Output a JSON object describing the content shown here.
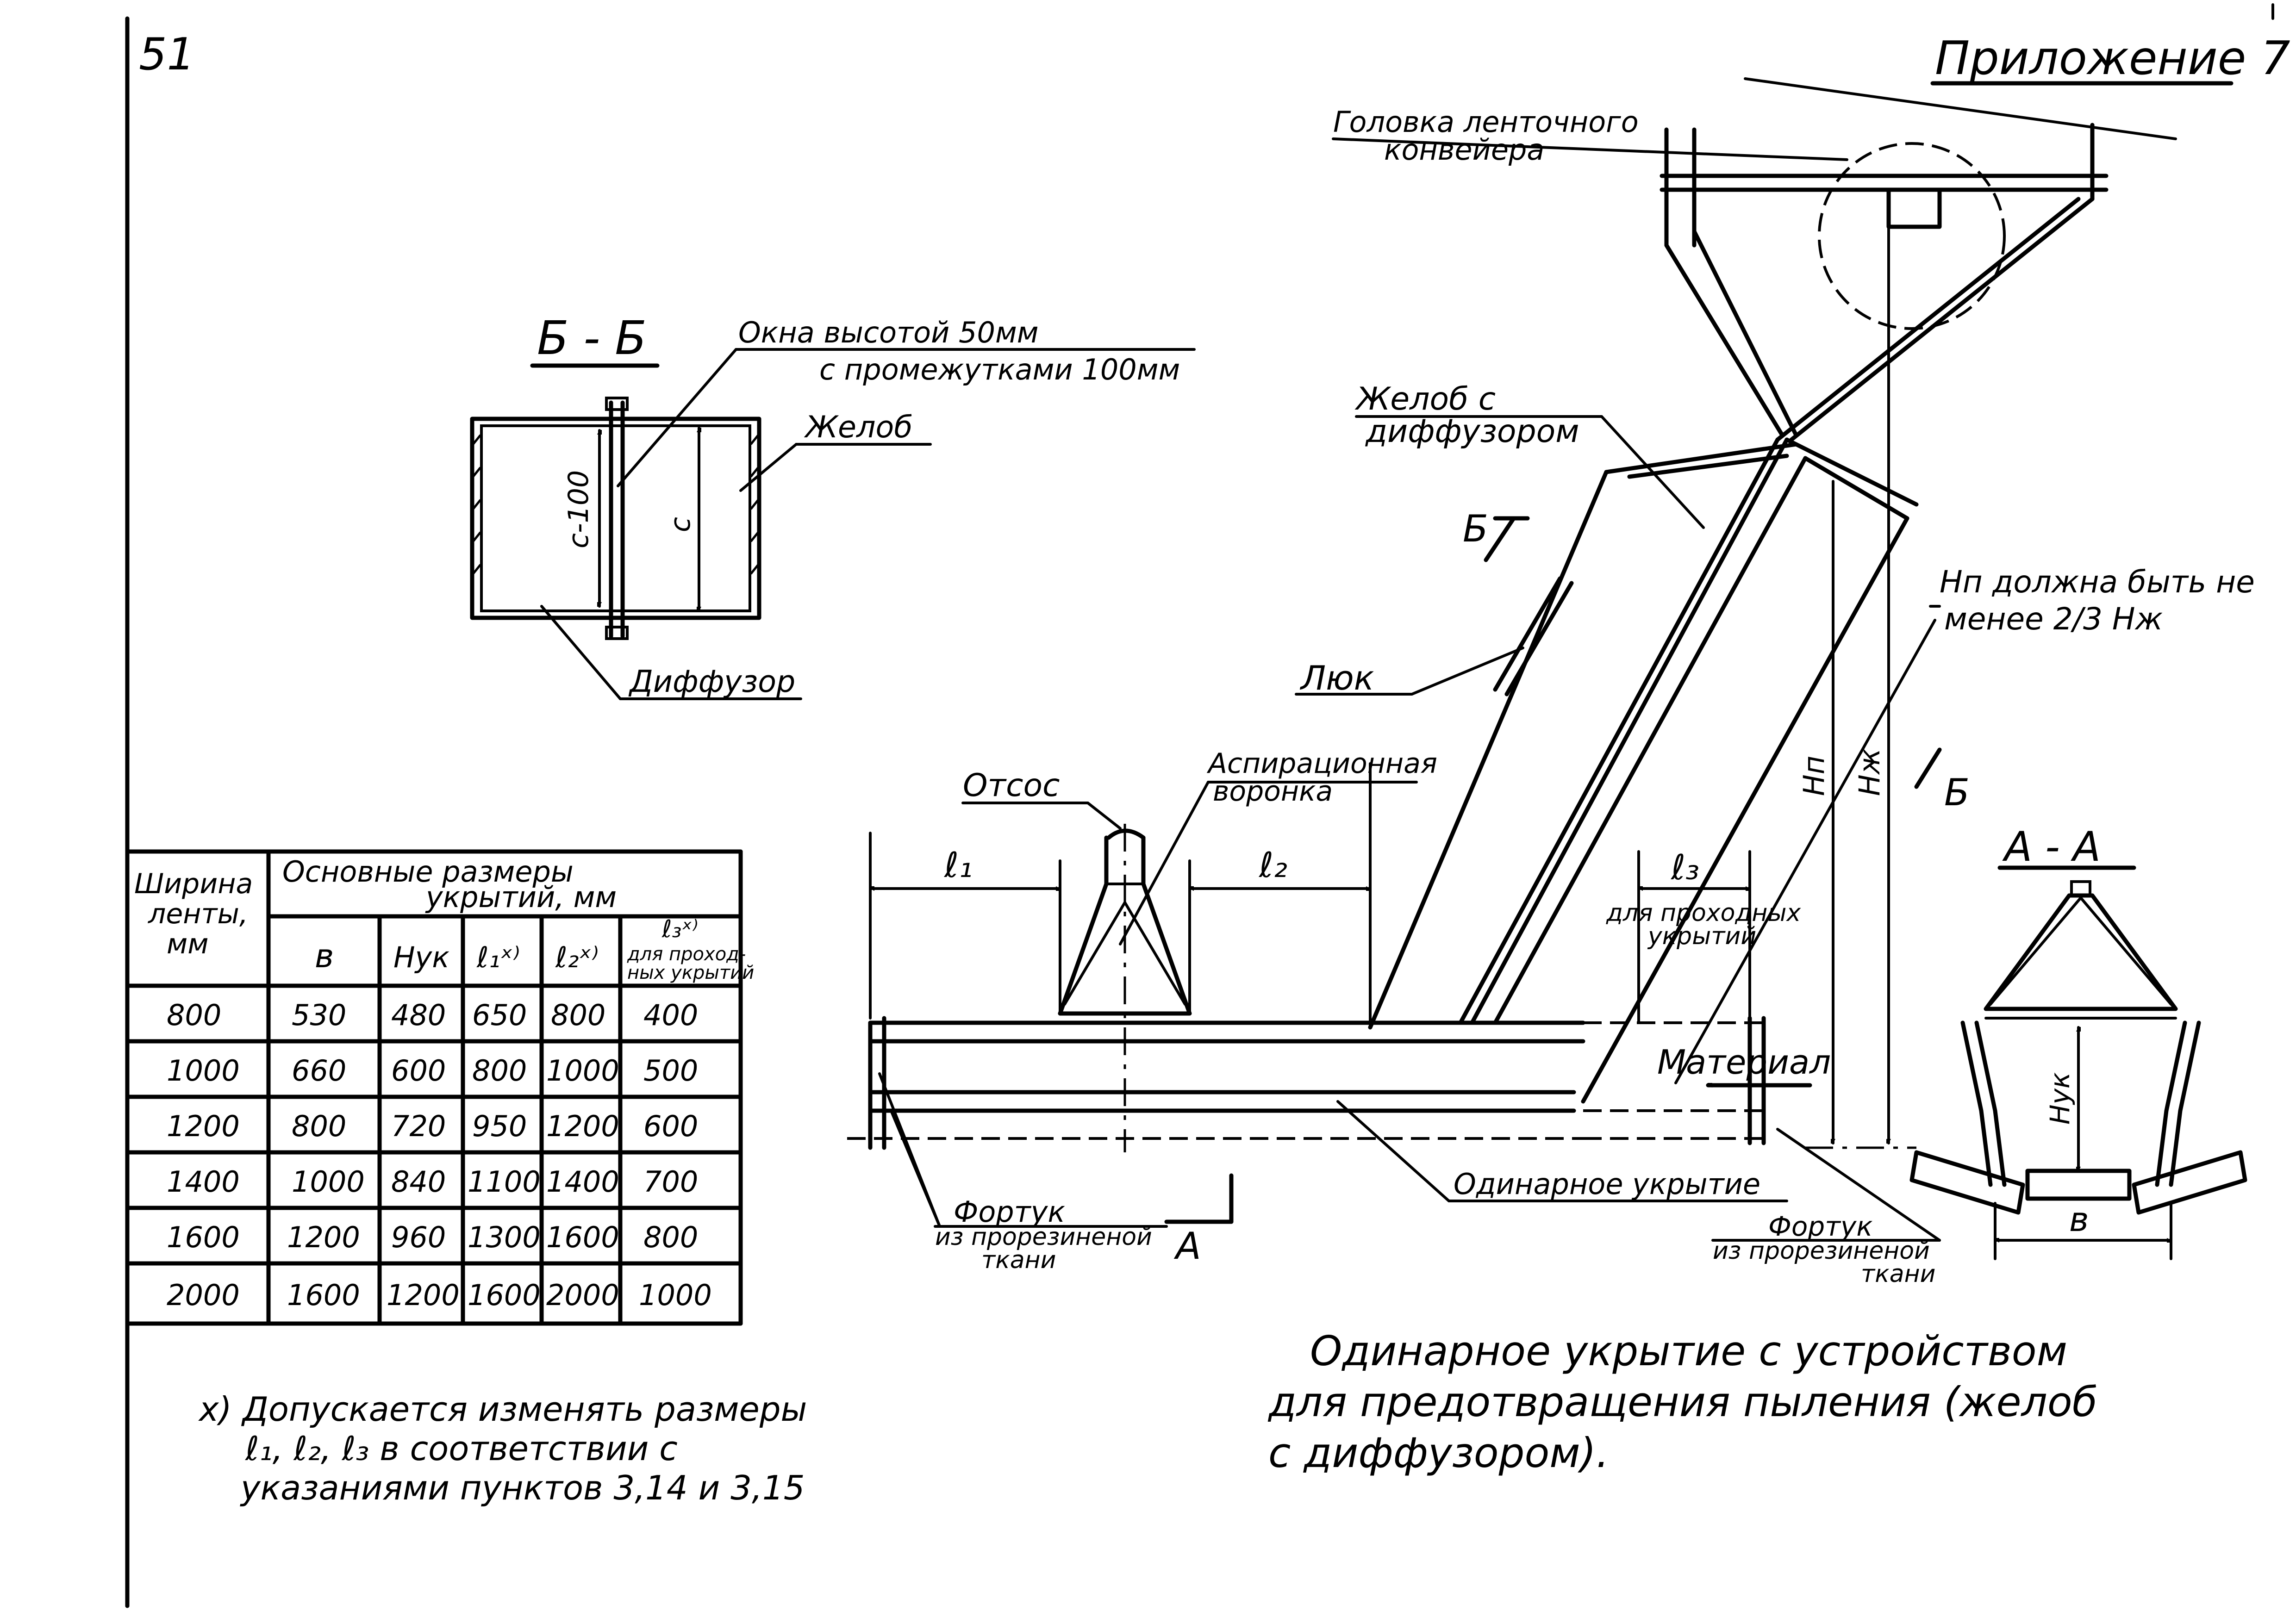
{
  "page": {
    "number": "51",
    "appendix": "Приложение 7"
  },
  "section_bb": {
    "title": "Б - Б",
    "window_note_line1": "Окна высотой 50мм",
    "window_note_line2": "с промежутками 100мм",
    "dim_inner": "c-100",
    "dim_outer": "c",
    "chute_label": "Желоб",
    "diffuser_label": "Диффузор"
  },
  "main_view": {
    "conveyor_head_line1": "Головка ленточного",
    "conveyor_head_line2": "конвейера",
    "chute_line1": "Желоб с",
    "chute_line2": "диффузором",
    "section_mark_b1": "Б",
    "section_mark_b2": "Б",
    "hatch_label": "Люк",
    "hn_note_line1": "Нп должна быть не",
    "hn_note_line2": "менее 2/3 Нж",
    "dim_hn": "Нп",
    "dim_hzh": "Нж",
    "suction_label": "Отсос",
    "aspiration_line1": "Аспирационная",
    "aspiration_line2": "воронка",
    "dim_l1": "ℓ₁",
    "dim_l2": "ℓ₂",
    "dim_l3": "ℓ₃",
    "passage_note_line1": "для проходных",
    "passage_note_line2": "укрытий",
    "material_label": "Материал",
    "single_cover_label": "Одинарное укрытие",
    "apron_left_line1": "Фортук",
    "apron_left_line2": "из прорезиненой",
    "apron_left_line3": "ткани",
    "section_mark_a": "А",
    "apron_right_line1": "Фортук",
    "apron_right_line2": "из прорезиненой",
    "apron_right_line3": "ткани"
  },
  "section_aa": {
    "title": "А - А",
    "dim_hyk": "Нук",
    "dim_b": "в"
  },
  "table": {
    "col_width_line1": "Ширина",
    "col_width_line2": "ленты,",
    "col_width_line3": "мм",
    "group_header_line1": "Основные размеры",
    "group_header_line2": "укрытий, мм",
    "sub_headers": [
      "в",
      "Нук",
      "ℓ₁ˣ⁾",
      "ℓ₂ˣ⁾",
      "ℓ₃ˣ⁾"
    ],
    "l3_note_line1": "для проход-",
    "l3_note_line2": "ных укрытий",
    "rows": [
      [
        "800",
        "530",
        "480",
        "650",
        "800",
        "400"
      ],
      [
        "1000",
        "660",
        "600",
        "800",
        "1000",
        "500"
      ],
      [
        "1200",
        "800",
        "720",
        "950",
        "1200",
        "600"
      ],
      [
        "1400",
        "1000",
        "840",
        "1100",
        "1400",
        "700"
      ],
      [
        "1600",
        "1200",
        "960",
        "1300",
        "1600",
        "800"
      ],
      [
        "2000",
        "1600",
        "1200",
        "1600",
        "2000",
        "1000"
      ]
    ]
  },
  "footnote": {
    "line1": "х) Допускается изменять размеры",
    "line2": "ℓ₁, ℓ₂, ℓ₃ в соответствии с",
    "line3": "указаниями пунктов 3,14 и 3,15"
  },
  "caption": {
    "line1": "Одинарное укрытие с устройством",
    "line2": "для предотвращения пыления (желоб",
    "line3": "с диффузором)."
  }
}
